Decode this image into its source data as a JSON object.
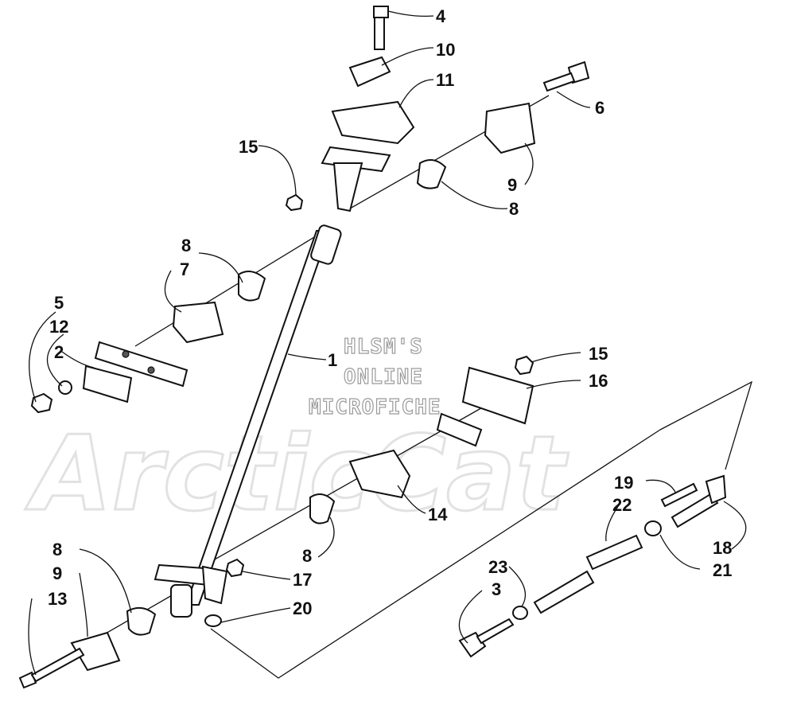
{
  "watermark": {
    "line1": "HLSM'S",
    "line2": "ONLINE",
    "line3": "MICROFICHE",
    "brand": "ArcticCat"
  },
  "callouts": {
    "c1": "1",
    "c2": "2",
    "c3": "3",
    "c4": "4",
    "c5": "5",
    "c6": "6",
    "c7": "7",
    "c8a": "8",
    "c8b": "8",
    "c8c": "8",
    "c8d": "8",
    "c9a": "9",
    "c9b": "9",
    "c10": "10",
    "c11": "11",
    "c12": "12",
    "c13": "13",
    "c14": "14",
    "c15a": "15",
    "c15b": "15",
    "c16": "16",
    "c17": "17",
    "c18": "18",
    "c19": "19",
    "c20": "20",
    "c21": "21",
    "c22": "22",
    "c23": "23"
  }
}
